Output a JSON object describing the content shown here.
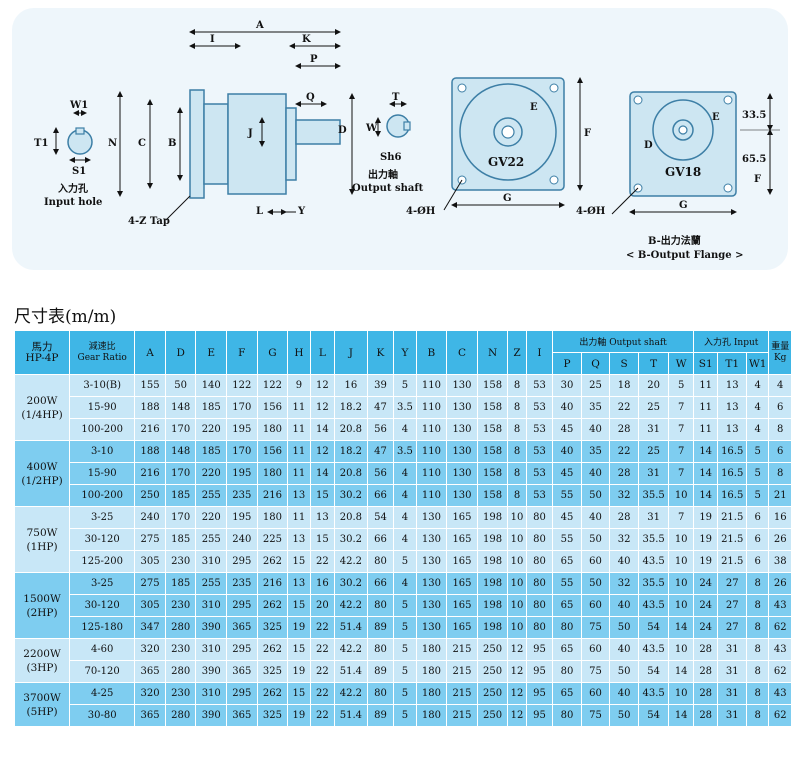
{
  "drawing": {
    "dims_top": [
      "A",
      "I",
      "K",
      "P",
      "Q"
    ],
    "dims_side": [
      "N",
      "C",
      "B",
      "J",
      "D"
    ],
    "dims_bottom": [
      "L",
      "Y"
    ],
    "tap_label": "4-Z Tap",
    "input_dims": [
      "W1",
      "T1",
      "S1"
    ],
    "input_label_cn": "入力孔",
    "input_label_en": "Input hole",
    "shaft_dims": [
      "T",
      "W",
      "Sh6"
    ],
    "shaft_label_cn": "出力軸",
    "shaft_label_en": "Output shaft",
    "gv22": {
      "name": "GV22",
      "E": "E",
      "F": "F",
      "G": "G",
      "H": "4-ØH"
    },
    "gv18": {
      "name": "GV18",
      "E": "E",
      "D": "D",
      "F": "F",
      "G": "G",
      "H": "4-ØH",
      "v1": "33.5",
      "v2": "65.5"
    },
    "flange_label_cn": "B-出力法蘭",
    "flange_label_en": "< B-Output Flange >"
  },
  "section_title": "尺寸表(m/m)",
  "table": {
    "head_power": [
      "馬力",
      "HP-4P"
    ],
    "head_ratio": [
      "減速比",
      "Gear Ratio"
    ],
    "head_cols": [
      "A",
      "D",
      "E",
      "F",
      "G",
      "H",
      "L",
      "J",
      "K",
      "Y",
      "B",
      "C",
      "N",
      "Z",
      "I"
    ],
    "head_shaft": "出力軸 Output shaft",
    "head_shaft_cols": [
      "P",
      "Q",
      "S",
      "T",
      "W"
    ],
    "head_input": "入力孔 Input",
    "head_input_cols": [
      "S1",
      "T1",
      "W1"
    ],
    "head_weight": [
      "重量",
      "Kg"
    ],
    "groups": [
      {
        "power": "200W\n(1/4HP)",
        "rows": [
          [
            "3-10(B)",
            "155",
            "50",
            "140",
            "122",
            "122",
            "9",
            "12",
            "16",
            "39",
            "5",
            "110",
            "130",
            "158",
            "8",
            "53",
            "30",
            "25",
            "18",
            "20",
            "5",
            "11",
            "13",
            "4",
            "4"
          ],
          [
            "15-90",
            "188",
            "148",
            "185",
            "170",
            "156",
            "11",
            "12",
            "18.2",
            "47",
            "3.5",
            "110",
            "130",
            "158",
            "8",
            "53",
            "40",
            "35",
            "22",
            "25",
            "7",
            "11",
            "13",
            "4",
            "6"
          ],
          [
            "100-200",
            "216",
            "170",
            "220",
            "195",
            "180",
            "11",
            "14",
            "20.8",
            "56",
            "4",
            "110",
            "130",
            "158",
            "8",
            "53",
            "45",
            "40",
            "28",
            "31",
            "7",
            "11",
            "13",
            "4",
            "8"
          ]
        ]
      },
      {
        "power": "400W\n(1/2HP)",
        "rows": [
          [
            "3-10",
            "188",
            "148",
            "185",
            "170",
            "156",
            "11",
            "12",
            "18.2",
            "47",
            "3.5",
            "110",
            "130",
            "158",
            "8",
            "53",
            "40",
            "35",
            "22",
            "25",
            "7",
            "14",
            "16.5",
            "5",
            "6"
          ],
          [
            "15-90",
            "216",
            "170",
            "220",
            "195",
            "180",
            "11",
            "14",
            "20.8",
            "56",
            "4",
            "110",
            "130",
            "158",
            "8",
            "53",
            "45",
            "40",
            "28",
            "31",
            "7",
            "14",
            "16.5",
            "5",
            "8"
          ],
          [
            "100-200",
            "250",
            "185",
            "255",
            "235",
            "216",
            "13",
            "15",
            "30.2",
            "66",
            "4",
            "110",
            "130",
            "158",
            "8",
            "53",
            "55",
            "50",
            "32",
            "35.5",
            "10",
            "14",
            "16.5",
            "5",
            "21"
          ]
        ]
      },
      {
        "power": "750W\n(1HP)",
        "rows": [
          [
            "3-25",
            "240",
            "170",
            "220",
            "195",
            "180",
            "11",
            "13",
            "20.8",
            "54",
            "4",
            "130",
            "165",
            "198",
            "10",
            "80",
            "45",
            "40",
            "28",
            "31",
            "7",
            "19",
            "21.5",
            "6",
            "16"
          ],
          [
            "30-120",
            "275",
            "185",
            "255",
            "240",
            "225",
            "13",
            "15",
            "30.2",
            "66",
            "4",
            "130",
            "165",
            "198",
            "10",
            "80",
            "55",
            "50",
            "32",
            "35.5",
            "10",
            "19",
            "21.5",
            "6",
            "26"
          ],
          [
            "125-200",
            "305",
            "230",
            "310",
            "295",
            "262",
            "15",
            "22",
            "42.2",
            "80",
            "5",
            "130",
            "165",
            "198",
            "10",
            "80",
            "65",
            "60",
            "40",
            "43.5",
            "10",
            "19",
            "21.5",
            "6",
            "38"
          ]
        ]
      },
      {
        "power": "1500W\n(2HP)",
        "rows": [
          [
            "3-25",
            "275",
            "185",
            "255",
            "235",
            "216",
            "13",
            "16",
            "30.2",
            "66",
            "4",
            "130",
            "165",
            "198",
            "10",
            "80",
            "55",
            "50",
            "32",
            "35.5",
            "10",
            "24",
            "27",
            "8",
            "26"
          ],
          [
            "30-120",
            "305",
            "230",
            "310",
            "295",
            "262",
            "15",
            "20",
            "42.2",
            "80",
            "5",
            "130",
            "165",
            "198",
            "10",
            "80",
            "65",
            "60",
            "40",
            "43.5",
            "10",
            "24",
            "27",
            "8",
            "43"
          ],
          [
            "125-180",
            "347",
            "280",
            "390",
            "365",
            "325",
            "19",
            "22",
            "51.4",
            "89",
            "5",
            "130",
            "165",
            "198",
            "10",
            "80",
            "80",
            "75",
            "50",
            "54",
            "14",
            "24",
            "27",
            "8",
            "62"
          ]
        ]
      },
      {
        "power": "2200W\n(3HP)",
        "rows": [
          [
            "4-60",
            "320",
            "230",
            "310",
            "295",
            "262",
            "15",
            "22",
            "42.2",
            "80",
            "5",
            "180",
            "215",
            "250",
            "12",
            "95",
            "65",
            "60",
            "40",
            "43.5",
            "10",
            "28",
            "31",
            "8",
            "43"
          ],
          [
            "70-120",
            "365",
            "280",
            "390",
            "365",
            "325",
            "19",
            "22",
            "51.4",
            "89",
            "5",
            "180",
            "215",
            "250",
            "12",
            "95",
            "80",
            "75",
            "50",
            "54",
            "14",
            "28",
            "31",
            "8",
            "62"
          ]
        ]
      },
      {
        "power": "3700W\n(5HP)",
        "rows": [
          [
            "4-25",
            "320",
            "230",
            "310",
            "295",
            "262",
            "15",
            "22",
            "42.2",
            "80",
            "5",
            "180",
            "215",
            "250",
            "12",
            "95",
            "65",
            "60",
            "40",
            "43.5",
            "10",
            "28",
            "31",
            "8",
            "43"
          ],
          [
            "30-80",
            "365",
            "280",
            "390",
            "365",
            "325",
            "19",
            "22",
            "51.4",
            "89",
            "5",
            "180",
            "215",
            "250",
            "12",
            "95",
            "80",
            "75",
            "50",
            "54",
            "14",
            "28",
            "31",
            "8",
            "62"
          ]
        ]
      }
    ]
  },
  "colors": {
    "header": "#3fb6e6",
    "row_light": "#c8e7f7",
    "row_dark": "#7ecdf0",
    "part_fill": "#cde6f2",
    "part_stroke": "#3d7fa6"
  }
}
